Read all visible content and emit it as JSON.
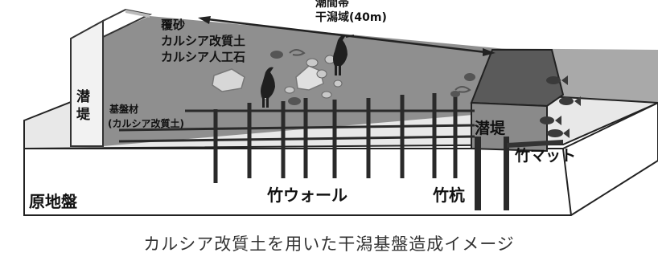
{
  "diagram": {
    "labels": {
      "tidal_zone_top": "潮間帯",
      "tidal_zone_width": "干潟域(40m)",
      "cover_sand": "覆砂",
      "calcia_soil": "カルシア改質土",
      "calcia_stone": "カルシア人工石",
      "submerged_levee_left_1": "潜",
      "submerged_levee_left_2": "堤",
      "base_material_1": "基盤材",
      "base_material_2": "(カルシア改質土)",
      "submerged_levee_right": "潜堤",
      "bamboo_mat": "竹マット",
      "bamboo_wall": "竹ウォール",
      "bamboo_pile": "竹杭",
      "original_ground": "原地盤"
    }
  },
  "caption": "カルシア改質土を用いた干潟基盤造成イメージ"
}
